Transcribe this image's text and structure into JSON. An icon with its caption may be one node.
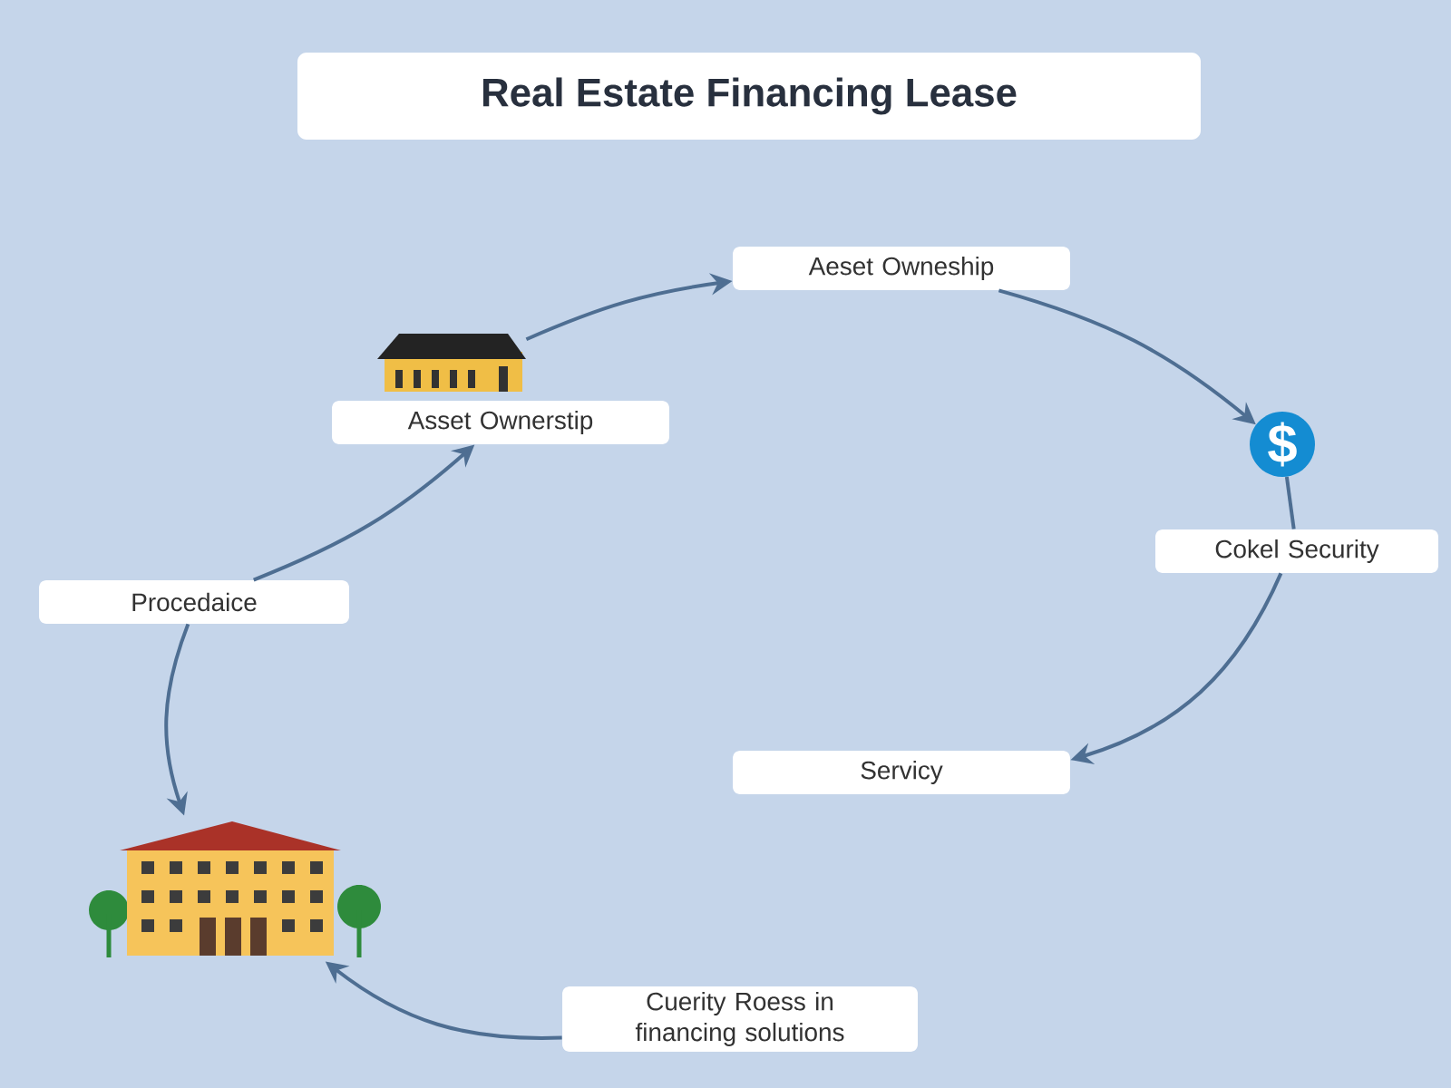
{
  "diagram": {
    "title": "Real Estate Financing Lease",
    "nodes": [
      {
        "text": [],
        "shape": "picture"
      },
      {
        "text": [
          "Asset Ownerstip"
        ]
      },
      {
        "text": [
          "Aeset Owneship"
        ]
      },
      {
        "text": [
          "$"
        ]
      },
      {
        "text": [
          "Cokel Security"
        ]
      },
      {
        "text": [
          "Servicy"
        ]
      },
      {
        "text": [
          "Cuerity Roess in financing solutions"
        ]
      },
      {
        "text": [],
        "shape": "picture"
      },
      {
        "text": [
          "Procedaice"
        ]
      }
    ],
    "edges": [
      {
        "from": 0,
        "to": 2,
        "arrow": "to"
      },
      {
        "from": 2,
        "to": 3,
        "arrow": "to"
      },
      {
        "from": 3,
        "to": 4,
        "arrow": "none"
      },
      {
        "from": 4,
        "to": 5,
        "arrow": "to"
      },
      {
        "from": 6,
        "to": 7,
        "arrow": "to"
      },
      {
        "from": 8,
        "to": 7,
        "arrow": "to"
      },
      {
        "from": 8,
        "to": 1,
        "arrow": "to"
      }
    ]
  }
}
